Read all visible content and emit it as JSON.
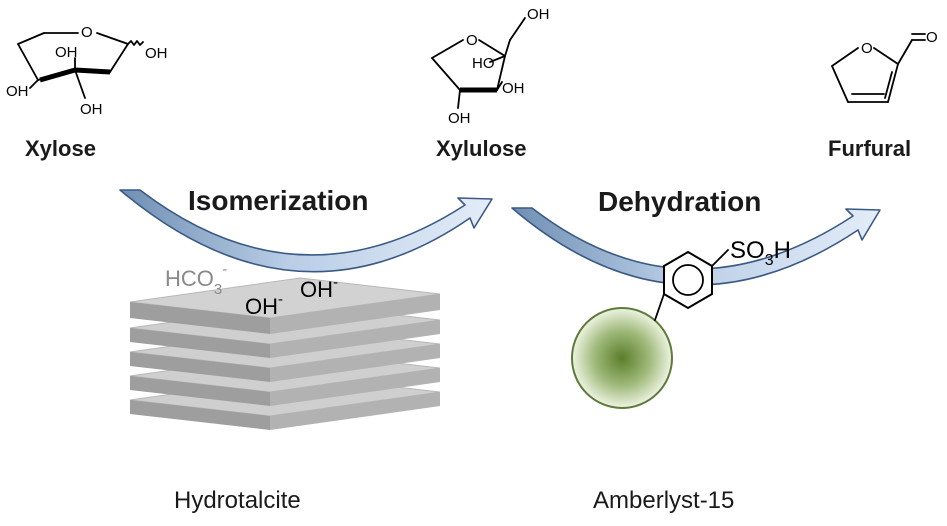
{
  "molecules": {
    "xylose": {
      "name": "Xylose",
      "atoms": {
        "ring_o": "O",
        "oh_c1": "OH",
        "oh_c4": "OH",
        "oh_c3": "OH",
        "oh_c2": "OH"
      }
    },
    "xylulose": {
      "name": "Xylulose",
      "atoms": {
        "ring_o": "O",
        "oh_ch2": "OH",
        "ho_c2": "HO",
        "oh_c3": "OH",
        "oh_c4": "OH"
      }
    },
    "furfural": {
      "name": "Furfural",
      "atoms": {
        "ring_o": "O",
        "aldehyde_o": "O"
      }
    }
  },
  "steps": {
    "isomerization": "Isomerization",
    "dehydration": "Dehydration"
  },
  "catalysts": {
    "hydrotalcite": {
      "name": "Hydrotalcite",
      "ions": {
        "bicarbonate": "HCO",
        "bicarbonate_sub": "3",
        "bicarbonate_sup": "-",
        "hydroxide": "OH",
        "hydroxide_sup": "-"
      }
    },
    "amberlyst": {
      "name": "Amberlyst-15",
      "group": {
        "main": "SO",
        "sub": "3",
        "tail": "H"
      }
    }
  },
  "colors": {
    "arrow_light": "#d6e3f2",
    "arrow_dark": "#6f8fb3",
    "arrow_outline": "#3a5a85",
    "layer_top": "#c8c8c8",
    "layer_side": "#a6a6a6",
    "sphere_center": "#5b7e2a",
    "sphere_edge": "#e8f0d8",
    "sphere_outline": "#5d7a3a",
    "ion_grey": "#8a8a8a"
  }
}
